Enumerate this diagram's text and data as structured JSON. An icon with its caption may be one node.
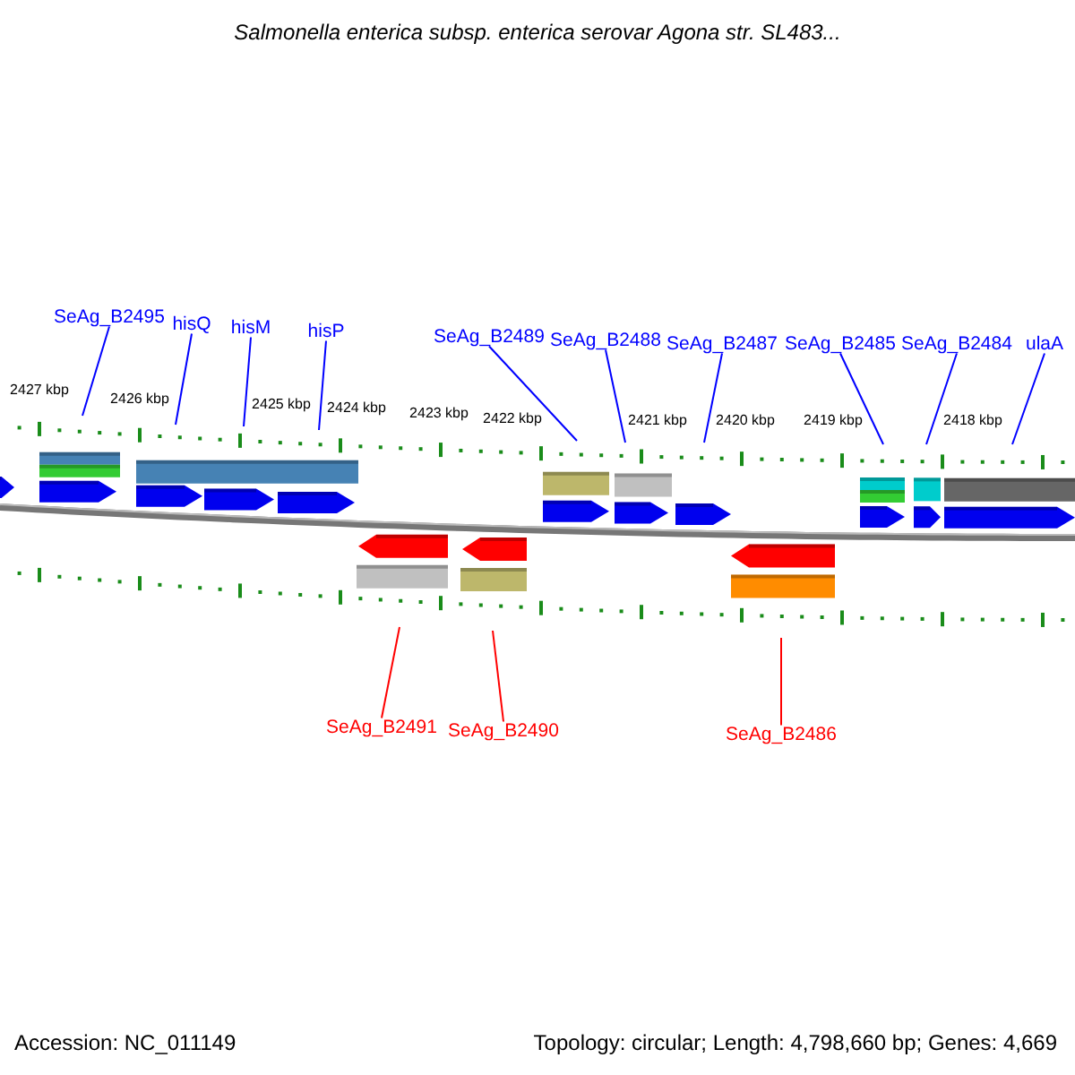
{
  "diagram": {
    "title": "Salmonella enterica subsp. enterica serovar Agona str. SL483...",
    "nodes": [
      {
        "text": [
          "SeAg_B2495"
        ]
      },
      {
        "text": [
          "hisQ"
        ]
      },
      {
        "text": [
          "hisM"
        ]
      },
      {
        "text": [
          "hisP"
        ]
      },
      {
        "text": [
          "SeAg_B2489"
        ]
      },
      {
        "text": [
          "SeAg_B2488"
        ]
      },
      {
        "text": [
          "SeAg_B2487"
        ]
      },
      {
        "text": [
          "SeAg_B2485"
        ]
      },
      {
        "text": [
          "SeAg_B2484"
        ]
      },
      {
        "text": [
          "ulaA"
        ]
      },
      {
        "text": [
          "SeAg_B2491"
        ]
      },
      {
        "text": [
          "SeAg_B2490"
        ]
      },
      {
        "text": [
          "SeAg_B2486"
        ]
      }
    ],
    "edges": [
      {
        "from": 0,
        "to": null,
        "arrow": "none"
      },
      {
        "from": 1,
        "to": null,
        "arrow": "none"
      },
      {
        "from": 2,
        "to": null,
        "arrow": "none"
      },
      {
        "from": 3,
        "to": null,
        "arrow": "none"
      },
      {
        "from": 4,
        "to": null,
        "arrow": "none"
      },
      {
        "from": 5,
        "to": null,
        "arrow": "none"
      },
      {
        "from": 6,
        "to": null,
        "arrow": "none"
      },
      {
        "from": 7,
        "to": null,
        "arrow": "none"
      },
      {
        "from": 8,
        "to": null,
        "arrow": "none"
      },
      {
        "from": 9,
        "to": null,
        "arrow": "none"
      },
      {
        "from": 10,
        "to": null,
        "arrow": "none",
        "color": "#ff0000"
      },
      {
        "from": 11,
        "to": null,
        "arrow": "none",
        "color": "#ff0000"
      },
      {
        "from": 12,
        "to": null,
        "arrow": "none",
        "color": "#ff0000"
      }
    ],
    "labels": [
      "2427 kbp",
      "2426 kbp",
      "2425 kbp",
      "2424 kbp",
      "2423 kbp",
      "2422 kbp",
      "2421 kbp",
      "2420 kbp",
      "2419 kbp",
      "2418 kbp",
      "Accession: NC_011149",
      "Topology: circular; Length: 4,798,660 bp; Genes: 4,669"
    ]
  }
}
